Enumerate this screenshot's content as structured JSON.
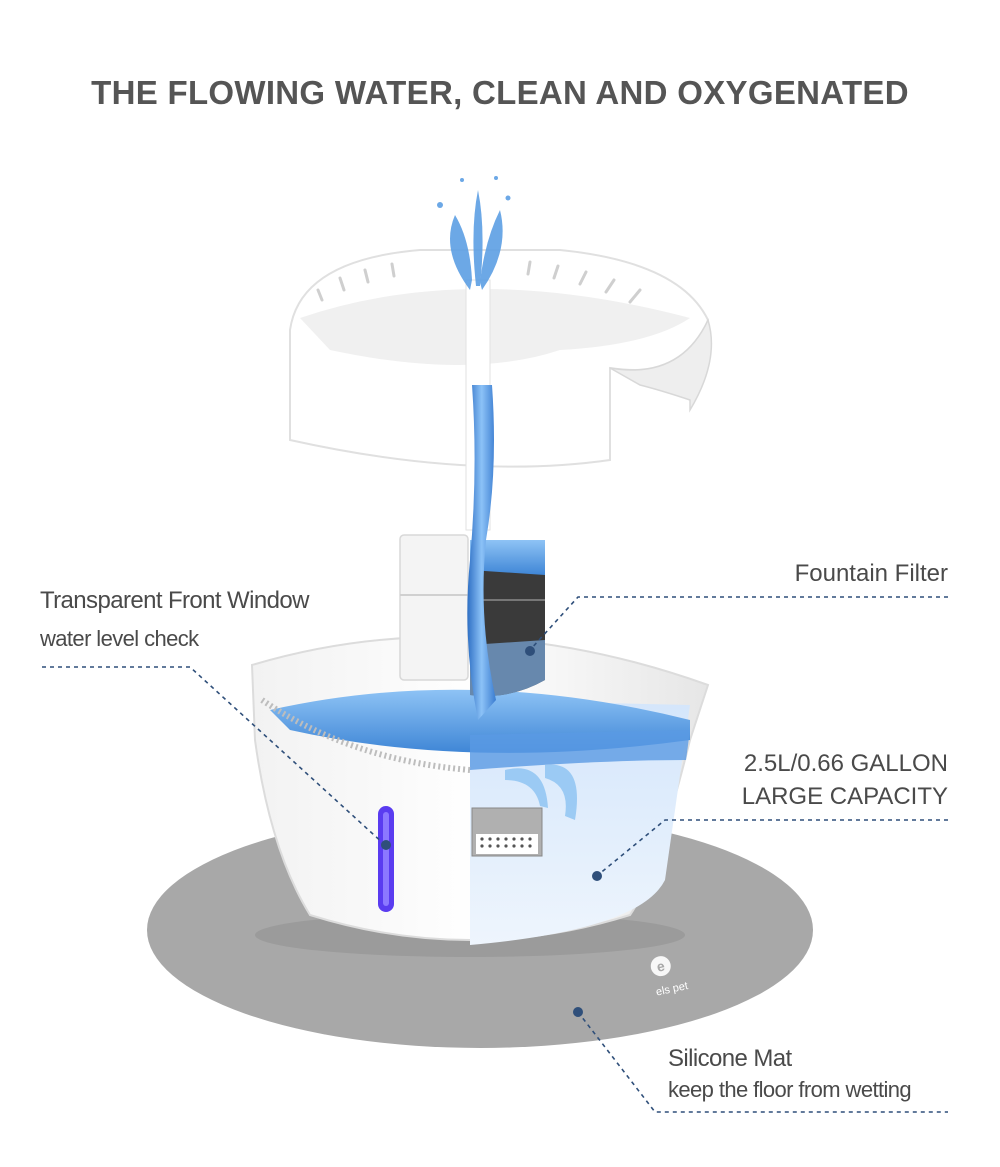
{
  "title": "THE FLOWING WATER, CLEAN AND OXYGENATED",
  "callouts": {
    "window": {
      "line1": "Transparent Front Window",
      "line2": "water level check"
    },
    "filter": {
      "line1": "Fountain Filter"
    },
    "capacity": {
      "line1": "2.5L/0.66 GALLON",
      "line2": "LARGE CAPACITY"
    },
    "mat": {
      "line1": "Silicone Mat",
      "line2": "keep the floor from wetting"
    }
  },
  "brand": {
    "logo_text": "els pet"
  },
  "colors": {
    "title": "#555555",
    "label": "#4a4a4a",
    "callout_line": "#2f4f7a",
    "mat": "#a8a8a8",
    "water": "#6aa8e8",
    "indicator": "#5a3cf0"
  }
}
